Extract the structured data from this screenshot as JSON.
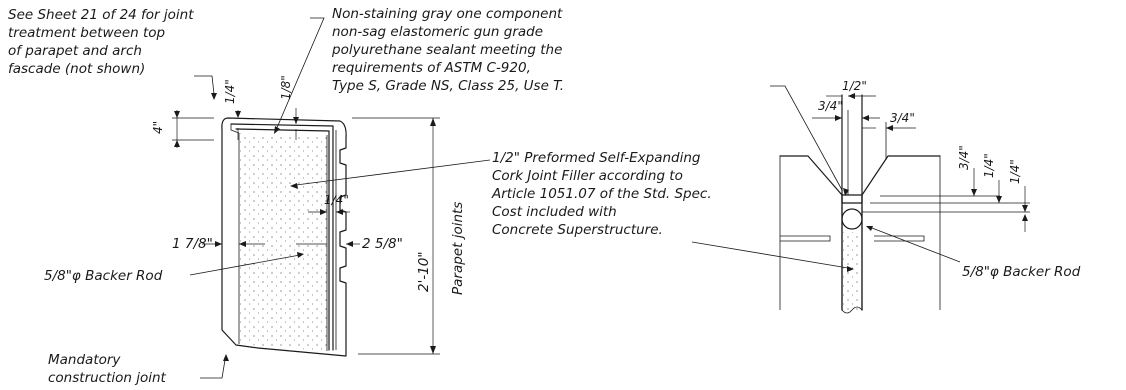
{
  "left_view": {
    "note_sheet": [
      "See Sheet 21 of 24 for joint",
      "treatment between top",
      "of parapet and arch",
      "fascade (not shown)"
    ],
    "dim_4in": "4\"",
    "dim_quarter_top": "1/4\"",
    "dim_one_eighth_top": "1/8\"",
    "dim_1_7_8": "1 7/8\"",
    "dim_quarter_mid": "1/4\"",
    "dim_2_5_8": "2 5/8\"",
    "dim_height": "2'-10\"",
    "dim_height_label": "Parapet joints",
    "backer_rod": "5/8\"φ Backer Rod",
    "construction_joint": [
      "Mandatory",
      "construction joint"
    ]
  },
  "notes": {
    "sealant": [
      "Non-staining gray one component",
      "non-sag elastomeric gun grade",
      "polyurethane sealant meeting the",
      "requirements of ASTM C-920,",
      "Type S, Grade NS, Class 25, Use T."
    ],
    "cork": [
      "1/2\" Preformed Self-Expanding",
      "Cork Joint Filler according to",
      "Article 1051.07 of the Std. Spec.",
      "Cost included with",
      "Concrete Superstructure."
    ]
  },
  "right_view": {
    "dim_3_4_top": "3/4\"",
    "dim_half": "1/2\"",
    "dim_3_4_right": "3/4\"",
    "dim_3_4_vert": "3/4\"",
    "dim_quarter_a": "1/4\"",
    "dim_quarter_b": "1/4\"",
    "backer_rod": "5/8\"φ Backer Rod"
  }
}
